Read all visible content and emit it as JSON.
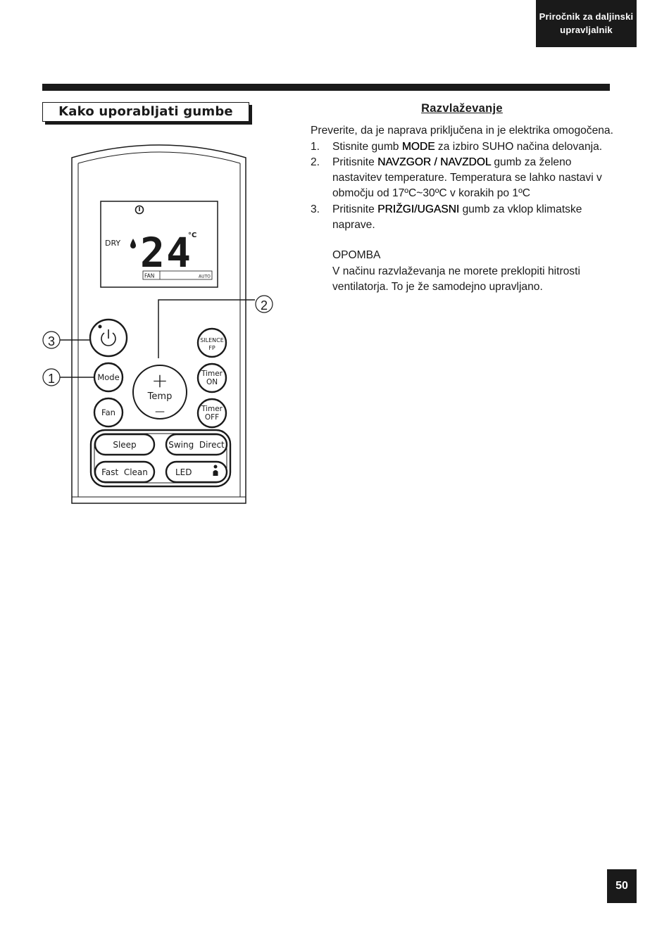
{
  "header": {
    "line1": "Priročnik za daljinski",
    "line2": "upravljalnik"
  },
  "section_title": "Kako uporabljati gumbe",
  "article": {
    "title": "Razvlaževanje",
    "intro": "Preverite, da je naprava priključena in je elektrika omogočena.",
    "steps": [
      {
        "num": "1.",
        "pre": "Stisnite gumb ",
        "kw": "MODE",
        "post": " za izbiro SUHO načina delovanja."
      },
      {
        "num": "2.",
        "pre": "Pritisnite ",
        "kw": "NAVZGOR / NAVZDOL",
        "post": " gumb za želeno nastavitev temperature. Temperatura se lahko nastavi v območju od 17ºC~30ºC v korakih po 1ºC"
      },
      {
        "num": "3.",
        "pre": "Pritisnite ",
        "kw": "PRIŽGI/UGASNI",
        "post": " gumb za vklop klimatske naprave."
      }
    ],
    "note_title": "OPOMBA",
    "note_text": "V načinu razvlaževanja ne morete preklopiti hitrosti ventilatorja. To je že samodejno upravljano."
  },
  "remote": {
    "display": {
      "mode": "DRY",
      "temperature": "24",
      "unit": "°C",
      "fan_label": "FAN",
      "fan_value": "AUTO"
    },
    "buttons": {
      "mode": "Mode",
      "fan": "Fan",
      "silence_1": "SILENCE",
      "silence_2": "FP",
      "timer_on_1": "Timer",
      "timer_on_2": "ON",
      "timer_off_1": "Timer",
      "timer_off_2": "OFF",
      "temp_plus": "+",
      "temp_label": "Temp",
      "temp_minus": "—",
      "sleep": "Sleep",
      "swing": "Swing  Direct",
      "fast_clean": "Fast  Clean",
      "led": "LED"
    },
    "callouts": {
      "c1": "1",
      "c2": "2",
      "c3": "3"
    }
  },
  "page_number": "50"
}
